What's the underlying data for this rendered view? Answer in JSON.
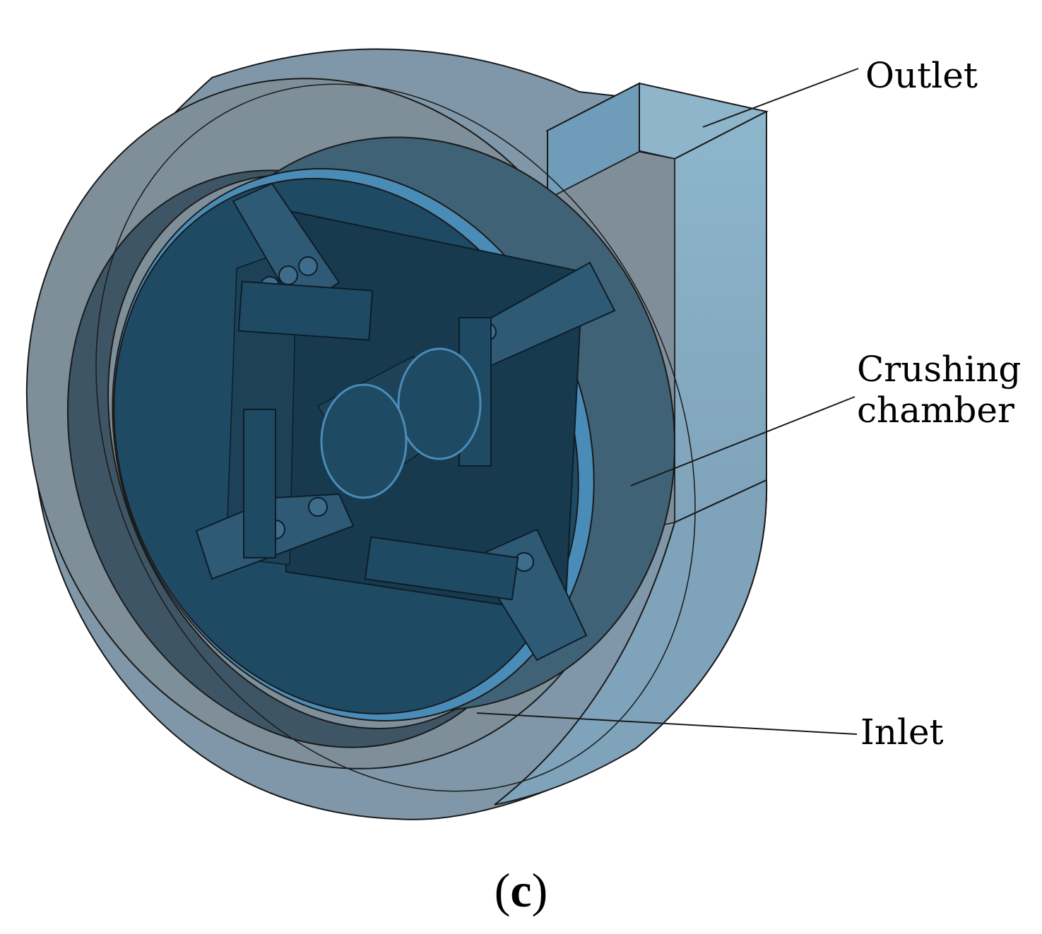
{
  "labels": {
    "outlet": "Outlet",
    "crushing_line1": "Crushing",
    "crushing_line2": "chamber",
    "inlet": "Inlet"
  },
  "caption": {
    "open": "(",
    "letter": "c",
    "close": ")"
  },
  "colors": {
    "housing": "#7f96a6",
    "outlet_duct": "#7fa9c2",
    "chamber_disc": "#3f6277",
    "rotor_disc": "#1f4a63",
    "rotor_core": "#183a4f",
    "rim_highlight": "#4a8cb8",
    "edge": "#1a1a1a"
  }
}
